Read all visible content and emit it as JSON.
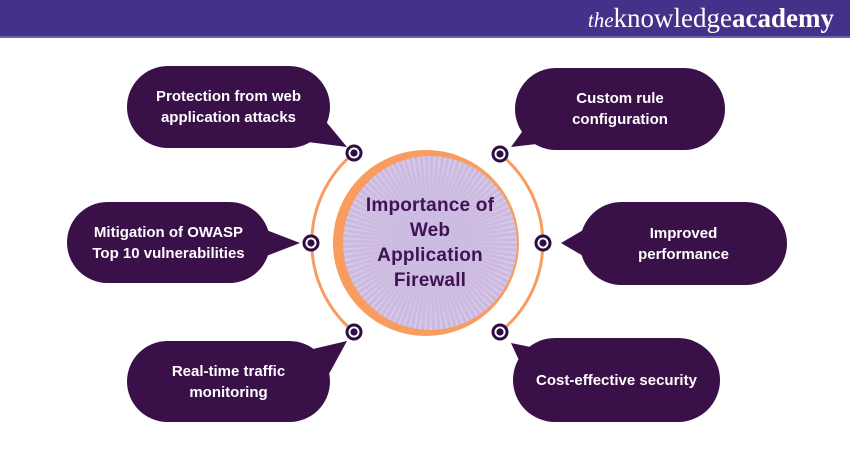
{
  "header": {
    "logo": {
      "the": "the",
      "knowledge": "knowledge",
      "academy": "academy"
    }
  },
  "center": {
    "title": "Importance of\nWeb\nApplication\nFirewall"
  },
  "bubbles": [
    {
      "id": "top-left",
      "label": "Protection from web\napplication attacks"
    },
    {
      "id": "top-right",
      "label": "Custom rule\nconfiguration"
    },
    {
      "id": "middle-left",
      "label": "Mitigation of OWASP\nTop 10 vulnerabilities"
    },
    {
      "id": "middle-right",
      "label": "Improved\nperformance"
    },
    {
      "id": "bottom-left",
      "label": "Real-time traffic\nmonitoring"
    },
    {
      "id": "bottom-right",
      "label": "Cost-effective security"
    }
  ],
  "colors": {
    "header_bg": "#453189",
    "bubble_bg": "#3A1048",
    "accent_orange": "#F89C60",
    "circle_fill": "#CDBCE1",
    "title_text": "#3F1253",
    "dot": "#2F0D44"
  }
}
